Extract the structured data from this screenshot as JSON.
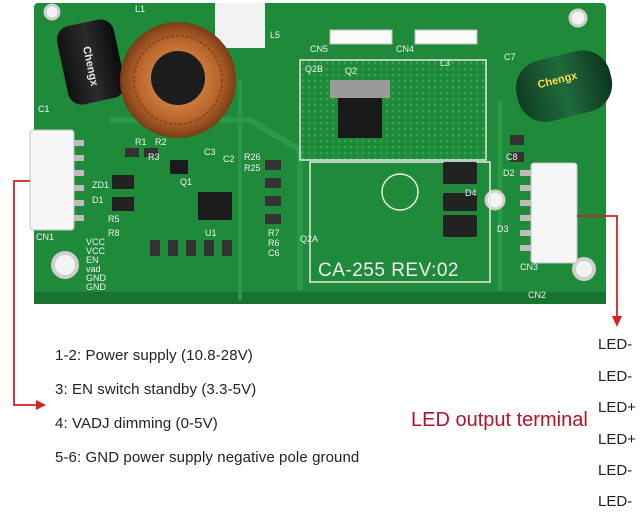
{
  "board": {
    "model_label": "CA-255 REV:02",
    "component_labels": {
      "l1": "L1",
      "l5": "L5",
      "c1": "C1",
      "cn1": "CN1",
      "cn2": "CN2",
      "cn3": "CN3",
      "cn4": "CN4",
      "cn5": "CN5",
      "q1": "Q1",
      "q2": "Q2",
      "q2a": "Q2A",
      "q2b": "Q2B",
      "u1": "U1",
      "d1": "D1",
      "d2": "D2",
      "d3": "D3",
      "d4": "D4",
      "zd1": "ZD1",
      "l3": "L3",
      "c7": "C7",
      "c8": "C8",
      "r1": "R1",
      "r2": "R2",
      "r3": "R3",
      "r5": "R5",
      "r6": "R6",
      "r7": "R7",
      "r8": "R8",
      "r26": "R26",
      "r25": "R25",
      "c2": "C2",
      "c3": "C3",
      "c6": "C6"
    },
    "cn1_pins": [
      "VCC",
      "VCC",
      "EN",
      "vad",
      "GND",
      "GND"
    ],
    "capacitor_brand": "Chengx"
  },
  "pin_descriptions": [
    "1-2: Power supply (10.8-28V)",
    "3: EN switch standby (3.3-5V)",
    "4: VADJ dimming (0-5V)",
    "5-6: GND power supply negative pole ground"
  ],
  "led_output": {
    "title": "LED output terminal",
    "pins": [
      "LED-",
      "LED-",
      "LED+",
      "LED+",
      "LED-",
      "LED-"
    ]
  },
  "colors": {
    "pcb": "#1e8a3a",
    "pcb_dark": "#17732f",
    "silkscreen": "#f2f2f2",
    "arrow": "#d62222",
    "title": "#b3122a"
  }
}
